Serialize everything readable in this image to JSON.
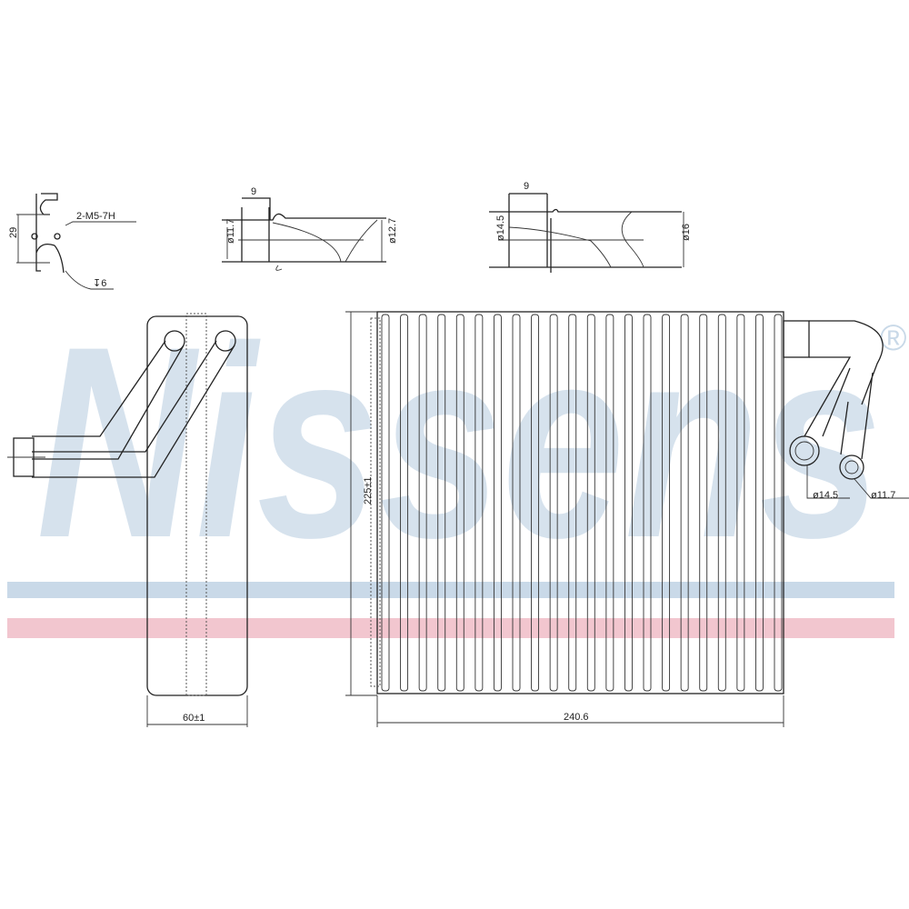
{
  "watermark": {
    "brand": "Nissens",
    "mark": "®",
    "band_top_color": "#c9d9e8",
    "band_bottom_color": "#f2c6cf"
  },
  "bracket": {
    "height_dim": "29",
    "thread": "2-M5-7H",
    "depth": "↧6"
  },
  "fitting_small": {
    "length": "9",
    "inner_dia": "ø11.7",
    "outer_dia": "ø12.7"
  },
  "fitting_large": {
    "length": "9",
    "inner_dia": "ø14.5",
    "outer_dia": "ø16"
  },
  "side_view": {
    "width_dim": "60±1"
  },
  "core": {
    "height_dim": "225±1",
    "width_dim": "240.6",
    "tube_count": 22
  },
  "ports": {
    "large": "ø14.5",
    "small": "ø11.7"
  }
}
